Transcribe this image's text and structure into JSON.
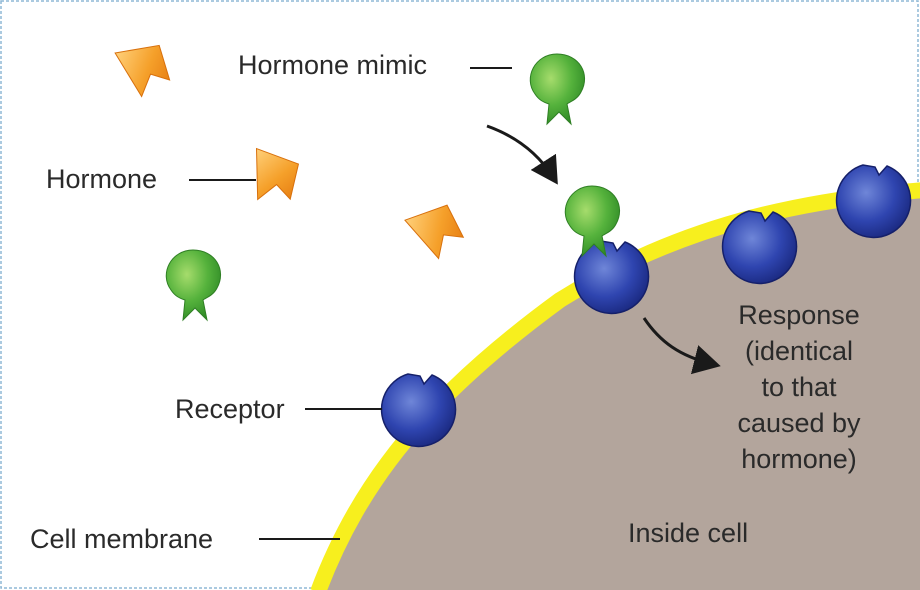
{
  "labels": {
    "hormone_mimic": "Hormone mimic",
    "hormone": "Hormone",
    "receptor": "Receptor",
    "cell_membrane": "Cell membrane",
    "inside_cell": "Inside cell",
    "response_lines": [
      "Response",
      "(identical",
      "to that",
      "caused by",
      "hormone)"
    ]
  },
  "colors": {
    "frame": "#8fb8d6",
    "membrane": "#f7ef1e",
    "cytoplasm": "#b3a59c",
    "receptor": "#24349a",
    "receptor_highlight": "#6f86d8",
    "hormone": "#f0941a",
    "hormone_highlight": "#ffd07a",
    "mimic": "#3f9e2e",
    "mimic_highlight": "#a6dc6c",
    "arrow": "#1a1a1a",
    "leader": "#1a1a1a"
  },
  "icons": {
    "hormone": "chevron-shape",
    "mimic": "mushroom-shape",
    "receptor": "notched-sphere"
  }
}
